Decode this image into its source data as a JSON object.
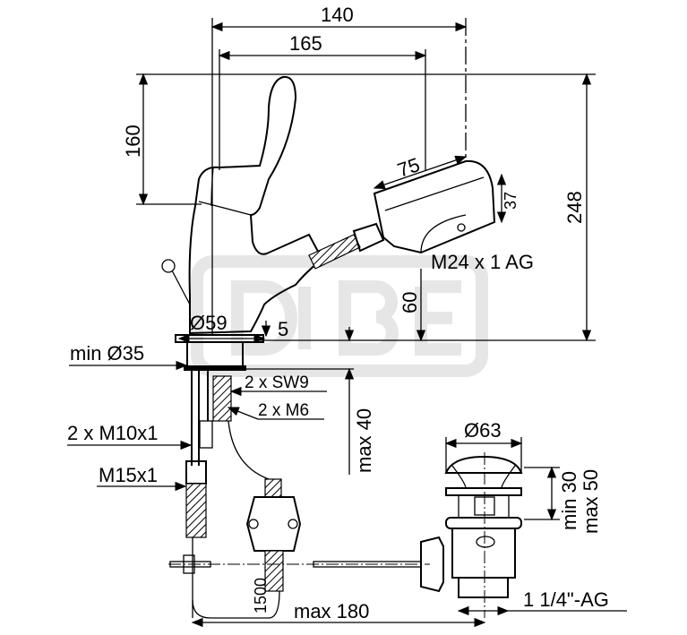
{
  "drawing": {
    "title": "Single lever basin mixer with pull-out spray and pop-up waste - dimension drawing",
    "watermark": "DIBE",
    "dimensions": {
      "width_140": "140",
      "width_165": "165",
      "height_160": "160",
      "height_248": "248",
      "spray_75": "75",
      "spray_37": "37",
      "thread_spray": "M24 x 1 AG",
      "height_60": "60",
      "base_dia": "Ø59",
      "offset_5": "5",
      "hole_dia": "min Ø35",
      "nuts": "2 x SW9",
      "studs": "2 x M6",
      "deck_thickness": "max 40",
      "supply_thread": "2 x M10x1",
      "hose_thread": "M15x1",
      "waste_dia": "Ø63",
      "waste_min": "min 30",
      "waste_max": "max 50",
      "hose_length": "1500",
      "rod_length": "max 180",
      "waste_thread": "1 1/4\"-AG"
    }
  }
}
